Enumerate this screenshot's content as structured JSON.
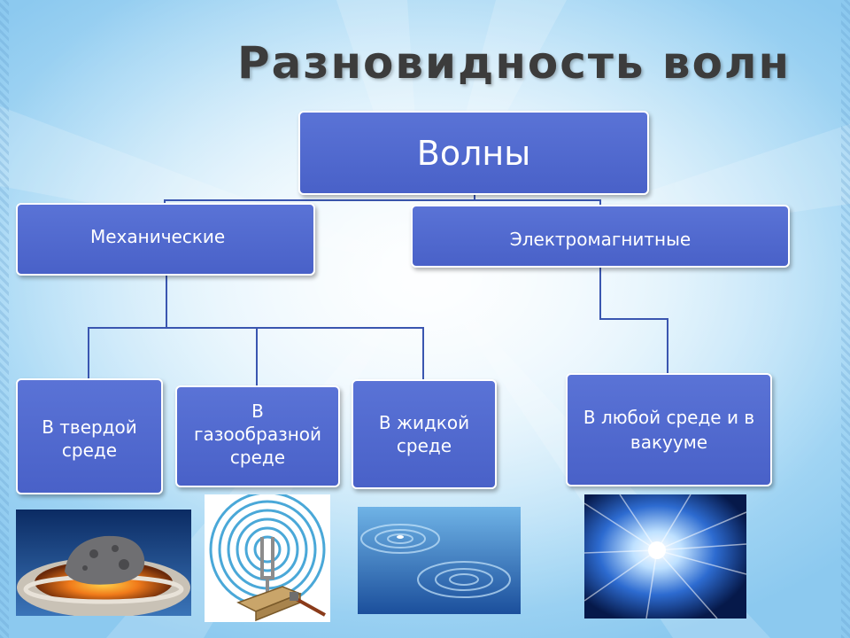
{
  "title": "Разновидность волн",
  "root": {
    "label": "Волны"
  },
  "mechanical": {
    "label": "Механические"
  },
  "electromagnetic": {
    "label": "Электромагнитные"
  },
  "solid": {
    "label": "В твердой среде"
  },
  "gas": {
    "label": "В газообразной среде"
  },
  "liquid": {
    "label": "В жидкой среде"
  },
  "any": {
    "label": "В любой среде и в вакууме"
  },
  "images": [
    "meteorite-impact-image",
    "tuning-fork-sound-waves-image",
    "water-ripples-image",
    "light-burst-image"
  ],
  "colors": {
    "node_fill": "#4f67cc",
    "connector": "#3a56b0",
    "title": "#3c3c3c"
  }
}
